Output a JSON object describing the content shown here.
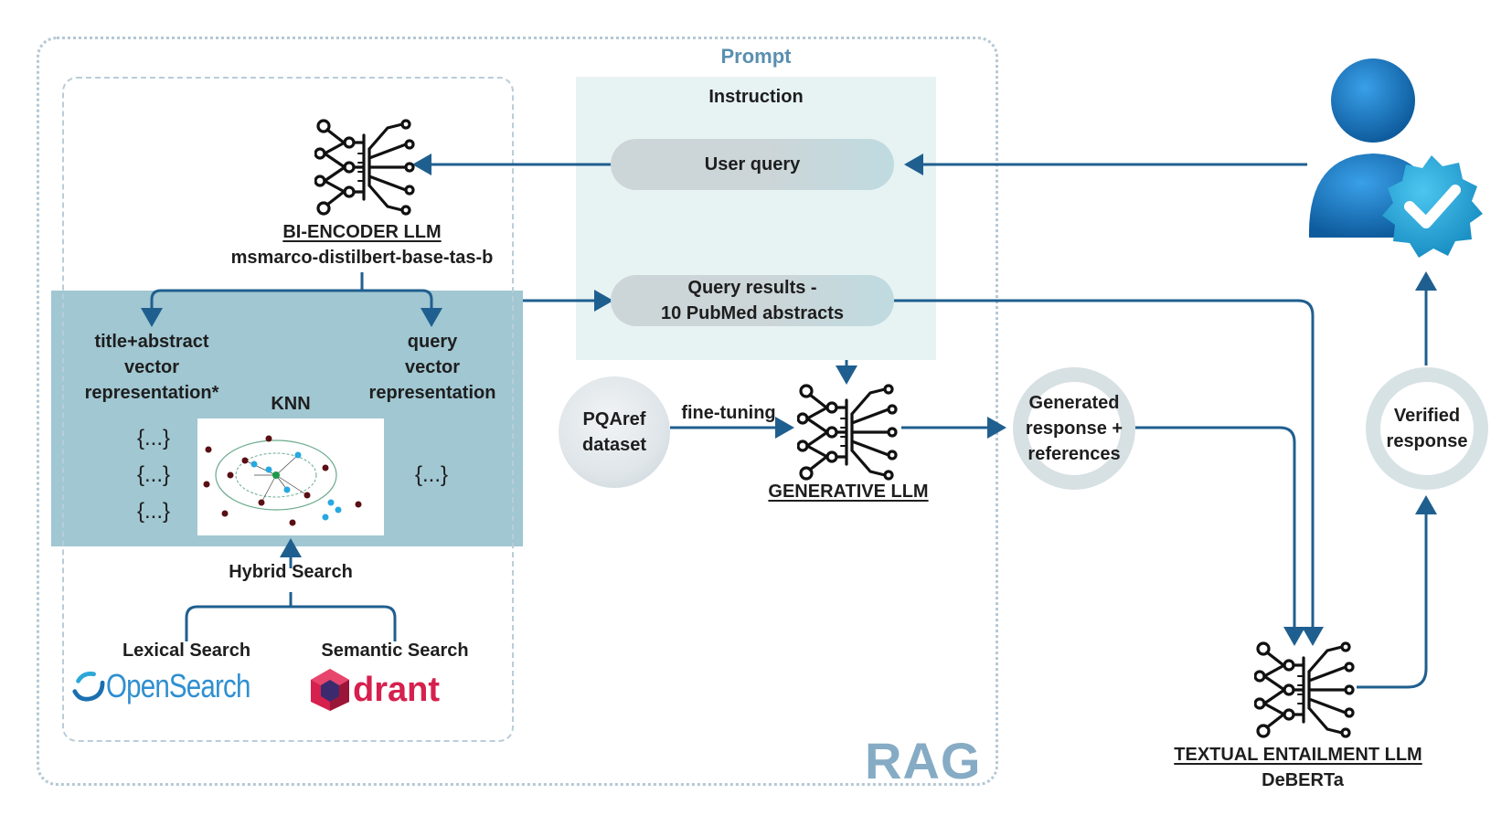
{
  "rag_label": "RAG",
  "prompt": {
    "label": "Prompt",
    "instruction": "Instruction",
    "user_query": "User query",
    "query_results_line1": "Query results -",
    "query_results_line2": "10 PubMed abstracts"
  },
  "bi_encoder": {
    "title": "BI-ENCODER LLM",
    "model": "msmarco-distilbert-base-tas-b"
  },
  "vectors": {
    "left_line1": "title+abstract",
    "left_line2": "vector",
    "left_line3": "representation*",
    "right_line1": "query",
    "right_line2": "vector",
    "right_line3": "representation",
    "knn": "KNN",
    "json_placeholder": "{...}"
  },
  "search": {
    "hybrid": "Hybrid Search",
    "lexical": "Lexical Search",
    "semantic": "Semantic Search",
    "opensearch_logo": "OpenSearch",
    "qdrant_logo": "drant"
  },
  "finetune": {
    "dataset_line1": "PQAref",
    "dataset_line2": "dataset",
    "edge_label": "fine-tuning"
  },
  "generative": {
    "title": "GENERATIVE LLM"
  },
  "generated": {
    "line1": "Generated",
    "line2": "response +",
    "line3": "references"
  },
  "verified": {
    "line1": "Verified",
    "line2": "response"
  },
  "entailment": {
    "title": "TEXTUAL ENTAILMENT LLM",
    "model": "DeBERTa"
  },
  "colors": {
    "arrow": "#1f5f8f",
    "rag_border": "#b5c8d4",
    "prompt_panel": "#e7f3f3",
    "teal_panel": "#8fbdca",
    "rag_text": "#86abc4",
    "user_icon": "#1a73b8",
    "badge": "#22a6d6"
  },
  "icons": [
    "neural-network-icon",
    "user-icon",
    "verified-badge-icon",
    "opensearch-logo",
    "qdrant-logo"
  ]
}
